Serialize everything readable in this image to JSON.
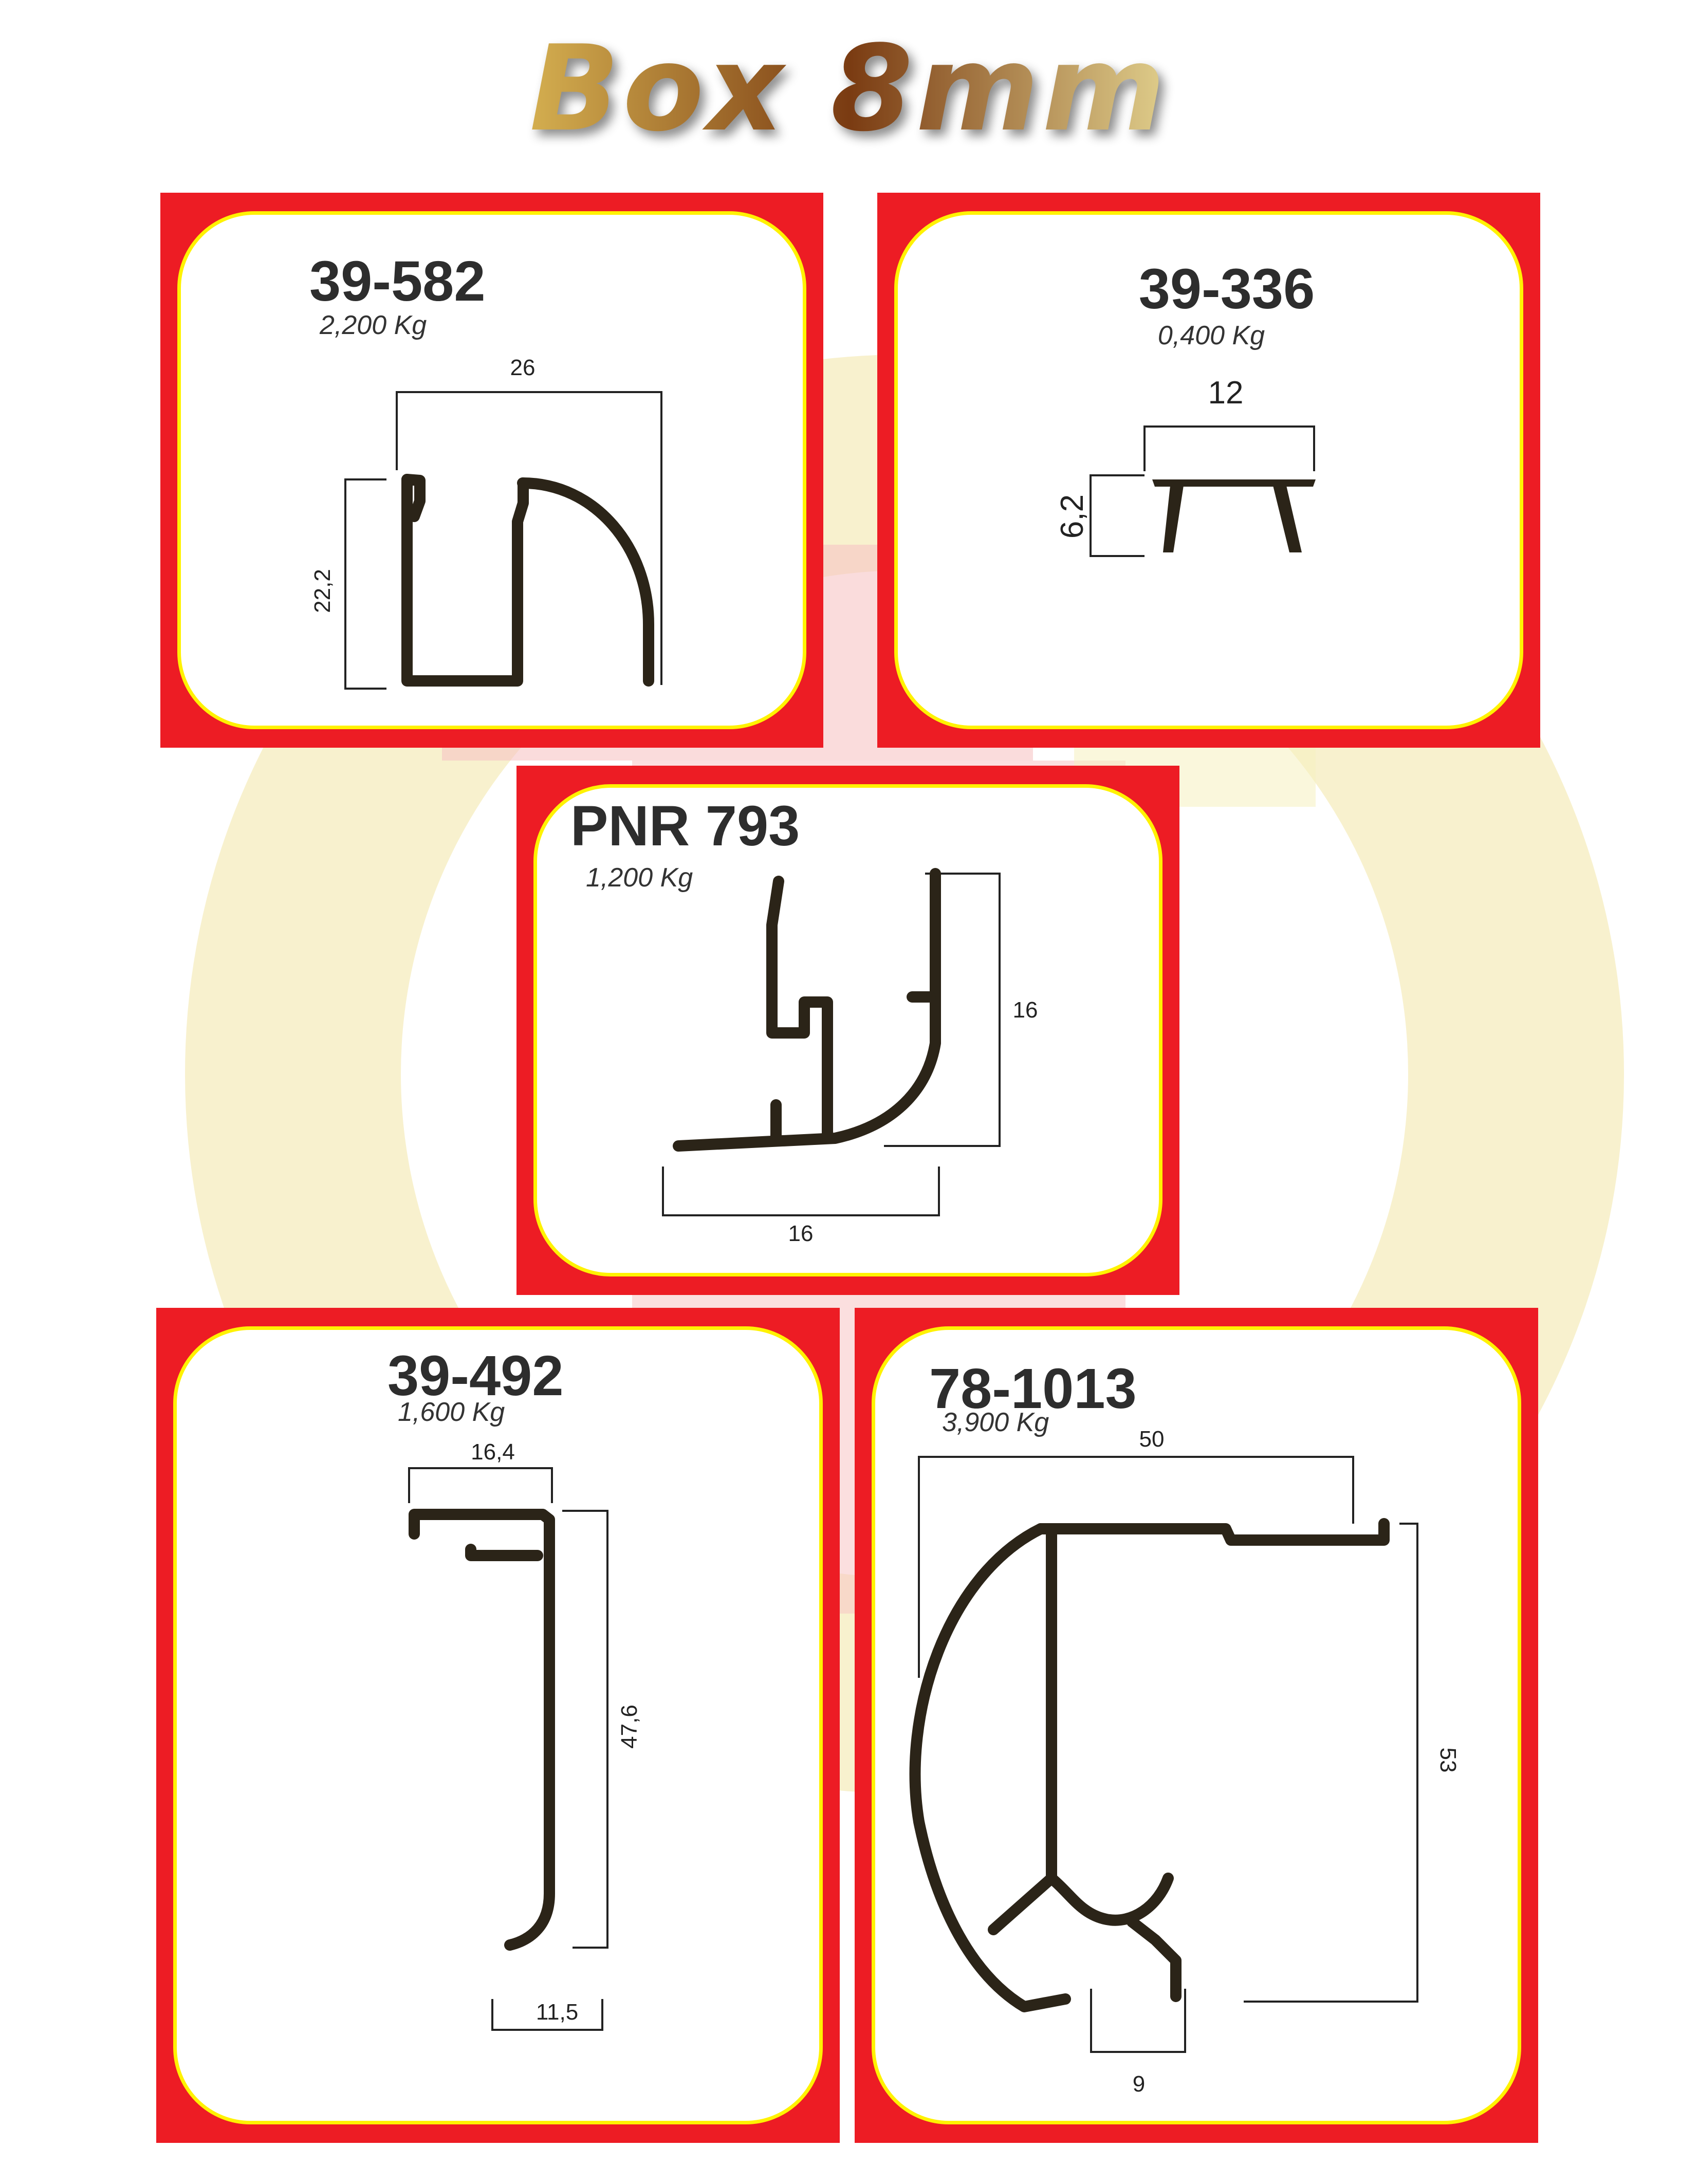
{
  "page": {
    "title": "Box 8mm"
  },
  "profiles": [
    {
      "code": "39-582",
      "weight": "2,200 Kg",
      "dims": [
        "26",
        "22,2"
      ]
    },
    {
      "code": "39-336",
      "weight": "0,400 Kg",
      "dims": [
        "12",
        "6,2"
      ]
    },
    {
      "code": "PNR 793",
      "weight": "1,200 Kg",
      "dims": [
        "16",
        "16"
      ]
    },
    {
      "code": "39-492",
      "weight": "1,600 Kg",
      "dims": [
        "16,4",
        "47,6",
        "11,5"
      ]
    },
    {
      "code": "78-1013",
      "weight": "3,900 Kg",
      "dims": [
        "50",
        "53",
        "9"
      ]
    }
  ],
  "colors": {
    "panel_red": "#ed1c24",
    "panel_border_yellow": "#fff200",
    "profile_dark": "#2b2418"
  }
}
